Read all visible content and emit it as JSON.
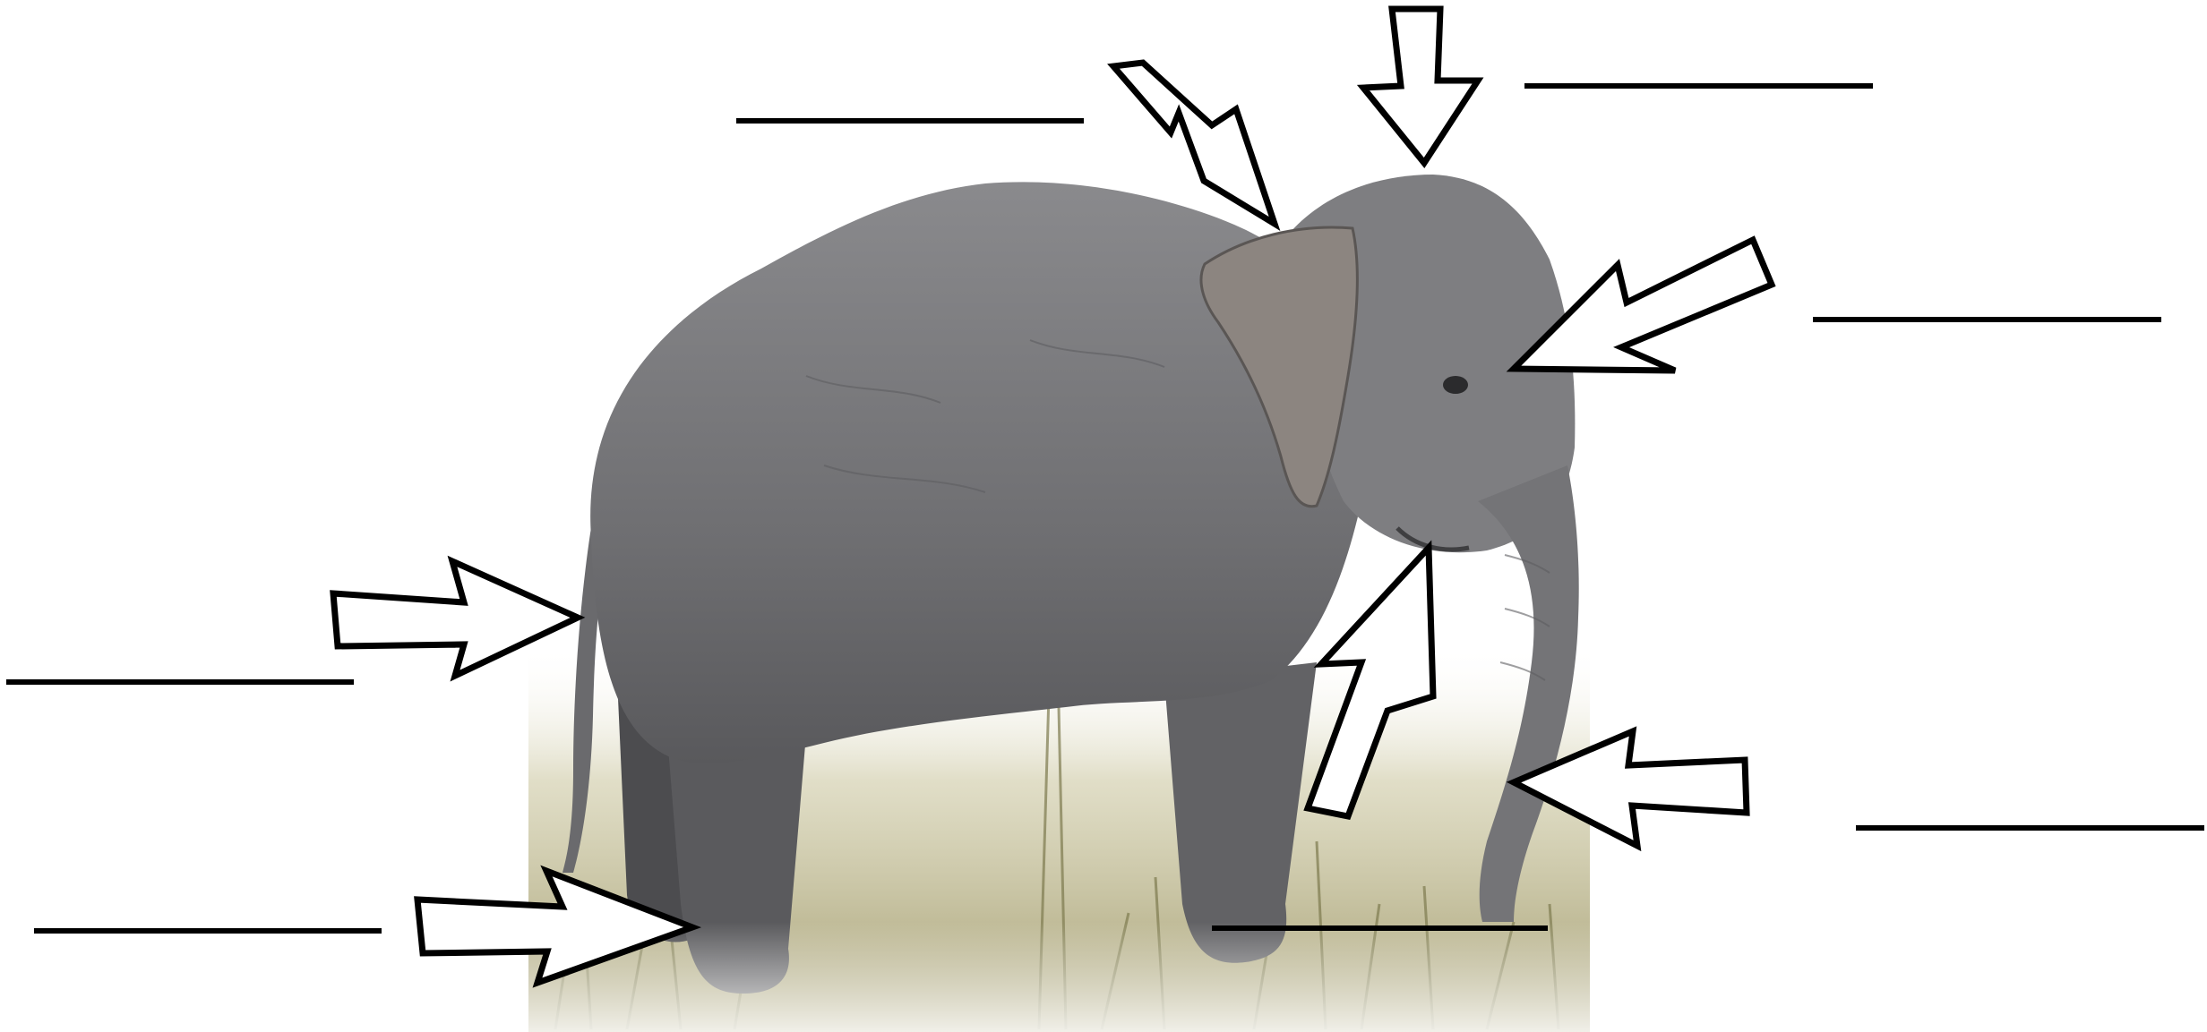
{
  "diagram": {
    "kind": "label-the-parts worksheet",
    "subject": "elephant",
    "colors": {
      "background": "#ffffff",
      "ink": "#000000",
      "elephant": "#77777a",
      "elephant_dark": "#505052",
      "grass": "#a7a271"
    },
    "labels": [
      {
        "id": "ear",
        "text": ""
      },
      {
        "id": "head",
        "text": ""
      },
      {
        "id": "eye",
        "text": ""
      },
      {
        "id": "tail",
        "text": ""
      },
      {
        "id": "mouth",
        "text": ""
      },
      {
        "id": "trunk",
        "text": ""
      },
      {
        "id": "foot",
        "text": ""
      }
    ]
  }
}
